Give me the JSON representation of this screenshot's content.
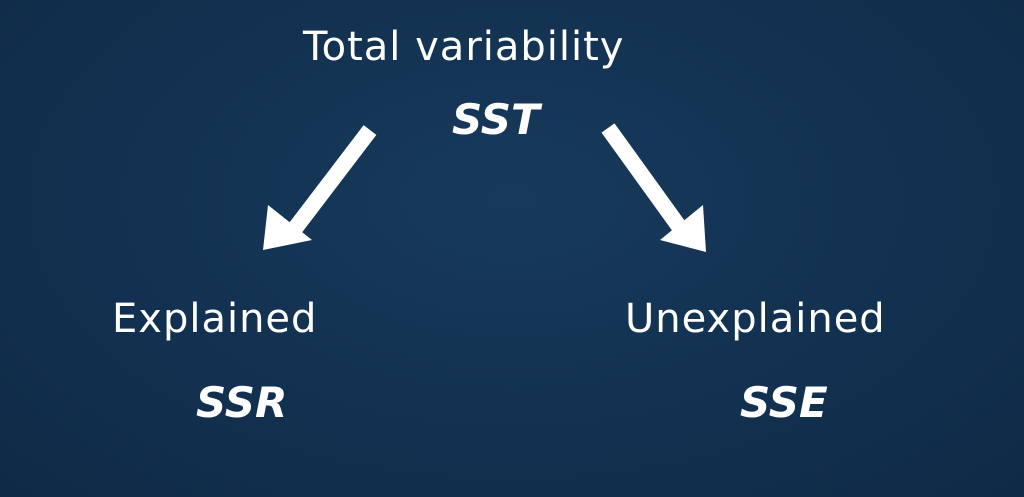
{
  "top": {
    "label": "Total variability",
    "abbr": "SST"
  },
  "left": {
    "label": "Explained",
    "abbr": "SSR"
  },
  "right": {
    "label": "Unexplained",
    "abbr": "SSE"
  },
  "colors": {
    "background": "#12304f",
    "foreground": "#ffffff"
  }
}
